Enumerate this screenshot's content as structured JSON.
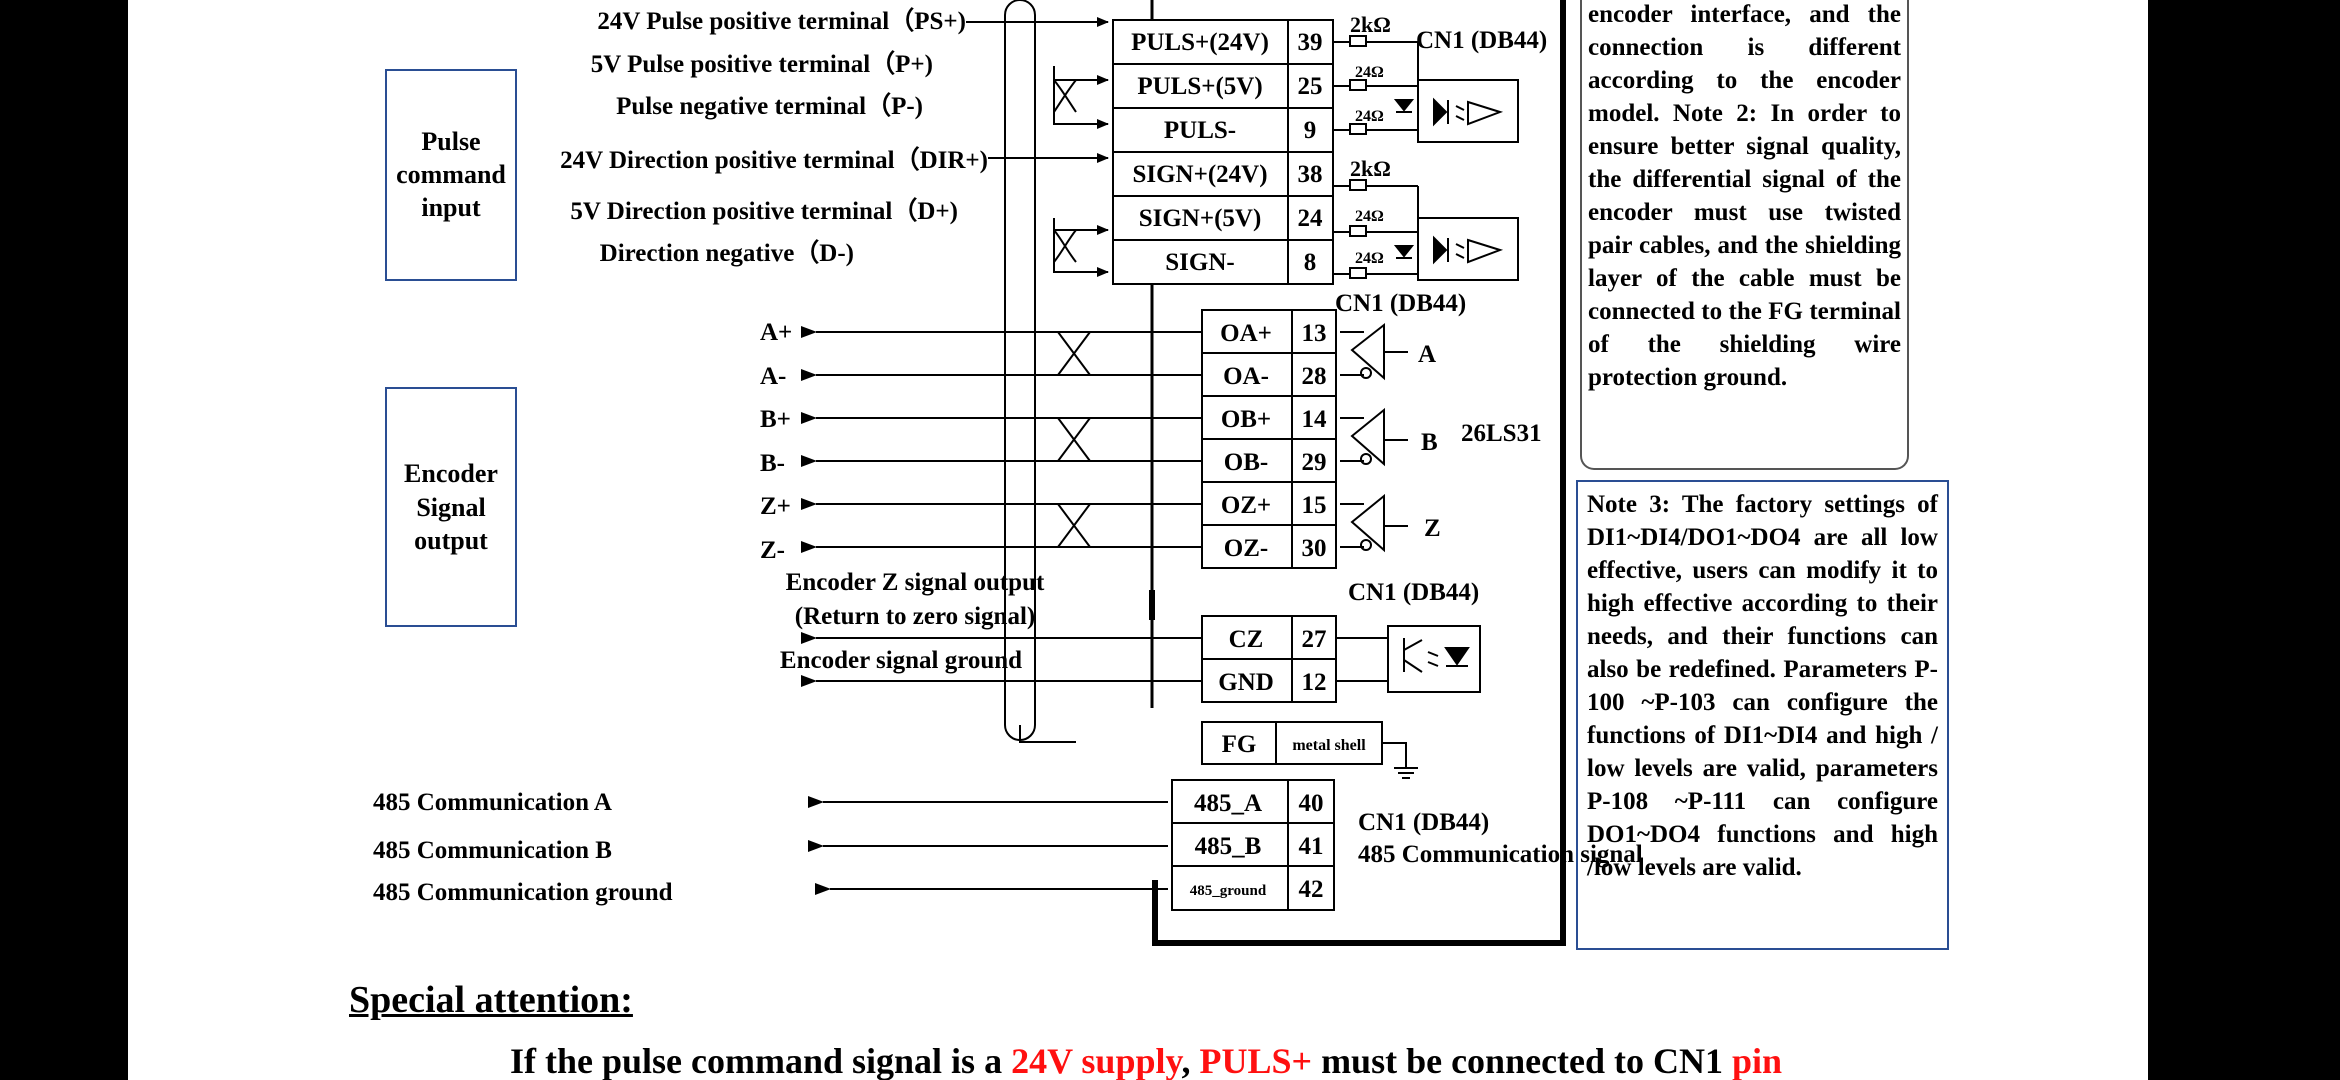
{
  "pulse_input": {
    "box_label_lines": [
      "Pulse",
      "command",
      "input"
    ],
    "signals": [
      {
        "label": "24V Pulse positive terminal（PS+)",
        "pin_name": "PULS+(24V)",
        "pin": "39",
        "resistor": "2kΩ"
      },
      {
        "label": "5V Pulse positive terminal（P+)",
        "pin_name": "PULS+(5V)",
        "pin": "25",
        "resistor": "24Ω"
      },
      {
        "label": "Pulse negative terminal（P-)",
        "pin_name": "PULS-",
        "pin": "9",
        "resistor": "24Ω"
      },
      {
        "label": "24V Direction positive terminal（DIR+)",
        "pin_name": "SIGN+(24V)",
        "pin": "38",
        "resistor": "2kΩ"
      },
      {
        "label": "5V Direction positive terminal（D+)",
        "pin_name": "SIGN+(5V)",
        "pin": "24",
        "resistor": "24Ω"
      },
      {
        "label": "Direction negative（D-)",
        "pin_name": "SIGN-",
        "pin": "8",
        "resistor": "24Ω"
      }
    ],
    "connector_label": "CN1 (DB44)"
  },
  "encoder_output": {
    "box_label_lines": [
      "Encoder",
      "Signal",
      "output"
    ],
    "connector_label": "CN1 (DB44)",
    "driver_chip": "26LS31",
    "signals": [
      {
        "label": "A+",
        "pin_name": "OA+",
        "pin": "13"
      },
      {
        "label": "A-",
        "pin_name": "OA-",
        "pin": "28"
      },
      {
        "label": "B+",
        "pin_name": "OB+",
        "pin": "14"
      },
      {
        "label": "B-",
        "pin_name": "OB-",
        "pin": "29"
      },
      {
        "label": "Z+",
        "pin_name": "OZ+",
        "pin": "15"
      },
      {
        "label": "Z-",
        "pin_name": "OZ-",
        "pin": "30"
      }
    ],
    "channels": [
      "A",
      "B",
      "Z"
    ]
  },
  "z_output": {
    "label_lines": [
      "Encoder Z signal output",
      "(Return to zero signal)"
    ],
    "ground_label": "Encoder signal ground",
    "connector_label": "CN1 (DB44)",
    "pins": [
      {
        "pin_name": "CZ",
        "pin": "27"
      },
      {
        "pin_name": "GND",
        "pin": "12"
      }
    ]
  },
  "shield": {
    "pin_name": "FG",
    "pin": "metal shell"
  },
  "comm_485": {
    "connector_label": "CN1 (DB44)",
    "signal_label": "485 Communication signal",
    "signals": [
      {
        "label": "485 Communication A",
        "pin_name": "485_A",
        "pin": "40"
      },
      {
        "label": "485 Communication B",
        "pin_name": "485_B",
        "pin": "41"
      },
      {
        "label": "485 Communication ground",
        "pin_name": "485_ground",
        "pin": "42"
      }
    ]
  },
  "notes": {
    "note12": "encoder interface, and the connection is different according to the encoder model. Note 2: In order to ensure better signal quality, the differential signal of the encoder must use twisted pair cables, and the shielding layer of the cable must be connected to the FG terminal of the shielding wire protection ground.",
    "note3": "Note 3: The factory settings of DI1~DI4/DO1~DO4 are all low effective, users can modify it to high effective according to their needs, and their functions can also be redefined. Parameters P-100 ~P-103 can configure the functions of DI1~DI4 and high / low levels are valid, parameters P-108 ~P-111 can configure DO1~DO4 functions and high /low levels are valid."
  },
  "special_attention": {
    "title": "Special attention:",
    "line_parts": [
      "If the pulse command signal is a ",
      "24V supply",
      ", ",
      "PULS+",
      " must be connected to CN1 ",
      "pin"
    ]
  },
  "colors": {
    "box_border": "#2a4e93",
    "highlight": "#ff1010",
    "ink": "#000000"
  }
}
